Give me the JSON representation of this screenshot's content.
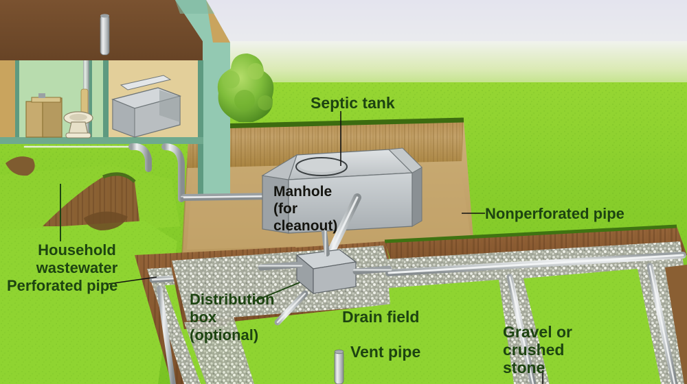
{
  "diagram": {
    "title": "Residential septic system cutaway illustration",
    "type": "cross-section illustration"
  },
  "labels": {
    "septic_tank": "Septic tank",
    "manhole_line1": "Manhole",
    "manhole_line2": "(for",
    "manhole_line3": "cleanout)",
    "nonperforated_pipe": "Nonperforated pipe",
    "household_line1": "Household",
    "household_line2": "wastewater",
    "perforated_pipe": "Perforated pipe",
    "distribution_line1": "Distribution",
    "distribution_line2": "box",
    "distribution_line3": "(optional)",
    "drain_field": "Drain field",
    "vent_pipe": "Vent pipe",
    "gravel_line1": "Gravel or",
    "gravel_line2": "crushed",
    "gravel_line3": "stone"
  },
  "colors": {
    "sky_top": "#e9e9f0",
    "sky_bottom": "#f3f4f2",
    "grass_light": "#8fd12f",
    "grass_mid": "#7cc426",
    "grass_dark": "#4f9318",
    "soil_light": "#c7a36a",
    "soil_mid": "#a9824a",
    "soil_dark": "#7d5a2e",
    "trench_brown": "#8a5f33",
    "gravel": "#b9bdb0",
    "pipe_gray": "#c8cbcd",
    "pipe_edge": "#7d8487",
    "tank_gray": "#b2b7ba",
    "tank_top": "#cfd3d5",
    "tank_side": "#8e9499",
    "roof_brown": "#6a4628",
    "house_teal": "#8fc9b2",
    "room_green": "#b8dcae",
    "room_tan": "#e3cf9a",
    "label_text": "#1d4411"
  },
  "components": [
    "house cutaway",
    "plumbing vent stack",
    "toilet",
    "sink vanity",
    "water heater / washer",
    "sewer lateral pipe",
    "septic tank",
    "manhole cover",
    "distribution box",
    "perforated drain lines",
    "gravel trenches",
    "vent pipe stub"
  ]
}
